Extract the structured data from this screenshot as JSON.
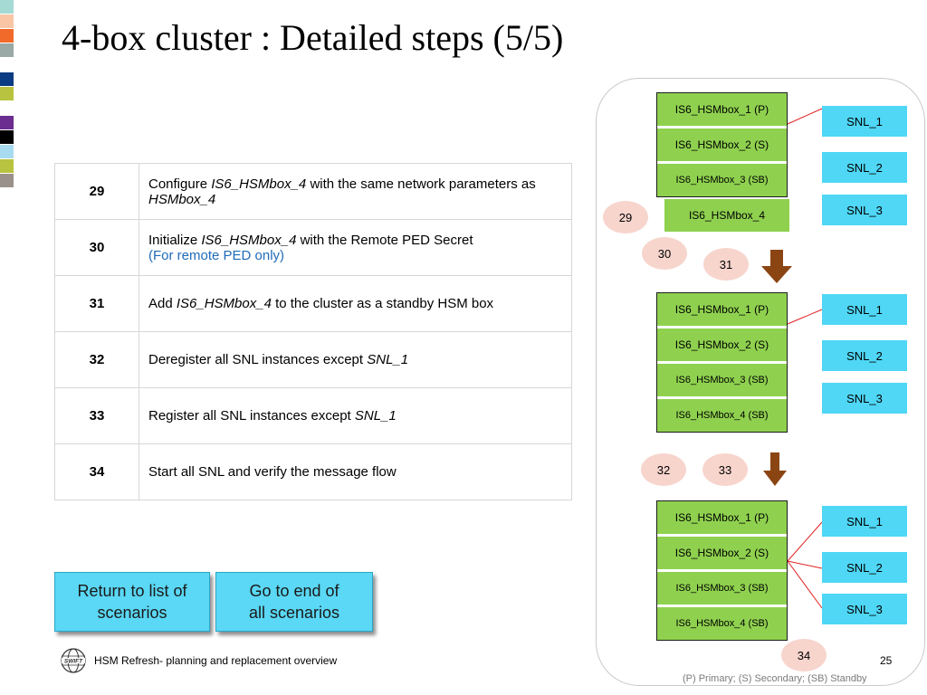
{
  "title": "4-box cluster : Detailed steps (5/5)",
  "color_strip": [
    "#a5d9d3",
    "#f9c5a5",
    "#f26a2a",
    "#9aa8a6",
    "#ffffff",
    "#0b3b82",
    "#b8c33f",
    "#ffffff",
    "#6b2d90",
    "#000000",
    "#a9dbf0",
    "#b8c33f",
    "#9a918a"
  ],
  "steps": [
    {
      "num": "29",
      "parts": [
        {
          "text": "Configure ",
          "style": "normal"
        },
        {
          "text": "IS6_HSMbox_4",
          "style": "italic"
        },
        {
          "text": " with the same network parameters as ",
          "style": "normal"
        },
        {
          "text": "HSMbox_4",
          "style": "italic"
        }
      ]
    },
    {
      "num": "30",
      "parts": [
        {
          "text": "Initialize ",
          "style": "normal"
        },
        {
          "text": "IS6_HSMbox_4",
          "style": "italic"
        },
        {
          "text": " with the Remote PED Secret",
          "style": "normal"
        },
        {
          "text": "(For remote PED only)",
          "style": "blue-line"
        }
      ]
    },
    {
      "num": "31",
      "parts": [
        {
          "text": "Add ",
          "style": "normal"
        },
        {
          "text": "IS6_HSMbox_4",
          "style": "italic"
        },
        {
          "text": " to the cluster as a standby HSM box",
          "style": "normal"
        }
      ]
    },
    {
      "num": "32",
      "parts": [
        {
          "text": "Deregister all SNL instances except ",
          "style": "normal"
        },
        {
          "text": "SNL_1",
          "style": "italic"
        }
      ]
    },
    {
      "num": "33",
      "parts": [
        {
          "text": "Register all SNL instances except ",
          "style": "normal"
        },
        {
          "text": "SNL_1",
          "style": "italic"
        }
      ]
    },
    {
      "num": "34",
      "parts": [
        {
          "text": "Start all SNL and verify the message flow",
          "style": "normal"
        }
      ]
    }
  ],
  "buttons": {
    "return_label_1": "Return to list of",
    "return_label_2": "scenarios",
    "end_label_1": "Go to end of",
    "end_label_2": "all scenarios"
  },
  "diagram": {
    "cluster1": {
      "boxes": [
        "IS6_HSMbox_1 (P)",
        "IS6_HSMbox_2 (S)",
        "IS6_HSMbox_3 (SB)"
      ],
      "standalone": "IS6_HSMbox_4",
      "snl": [
        "SNL_1",
        "SNL_2",
        "SNL_3"
      ],
      "steps": [
        "29",
        "30",
        "31"
      ]
    },
    "cluster2": {
      "boxes": [
        "IS6_HSMbox_1 (P)",
        "IS6_HSMbox_2 (S)",
        "IS6_HSMbox_3 (SB)",
        "IS6_HSMbox_4 (SB)"
      ],
      "snl": [
        "SNL_1",
        "SNL_2",
        "SNL_3"
      ],
      "steps": [
        "32",
        "33"
      ]
    },
    "cluster3": {
      "boxes": [
        "IS6_HSMbox_1 (P)",
        "IS6_HSMbox_2 (S)",
        "IS6_HSMbox_3 (SB)",
        "IS6_HSMbox_4 (SB)"
      ],
      "snl": [
        "SNL_1",
        "SNL_2",
        "SNL_3"
      ],
      "steps": [
        "34"
      ]
    },
    "legend": "(P) Primary; (S) Secondary; (SB) Standby",
    "colors": {
      "hsm": "#8fd14f",
      "snl": "#4fd7f5",
      "step_circle": "#f7d5cd",
      "arrow": "#8b4513",
      "link": "#e02020"
    }
  },
  "footer": {
    "logo_text": "SWIFT",
    "text": "HSM Refresh- planning and replacement overview",
    "page": "25"
  }
}
